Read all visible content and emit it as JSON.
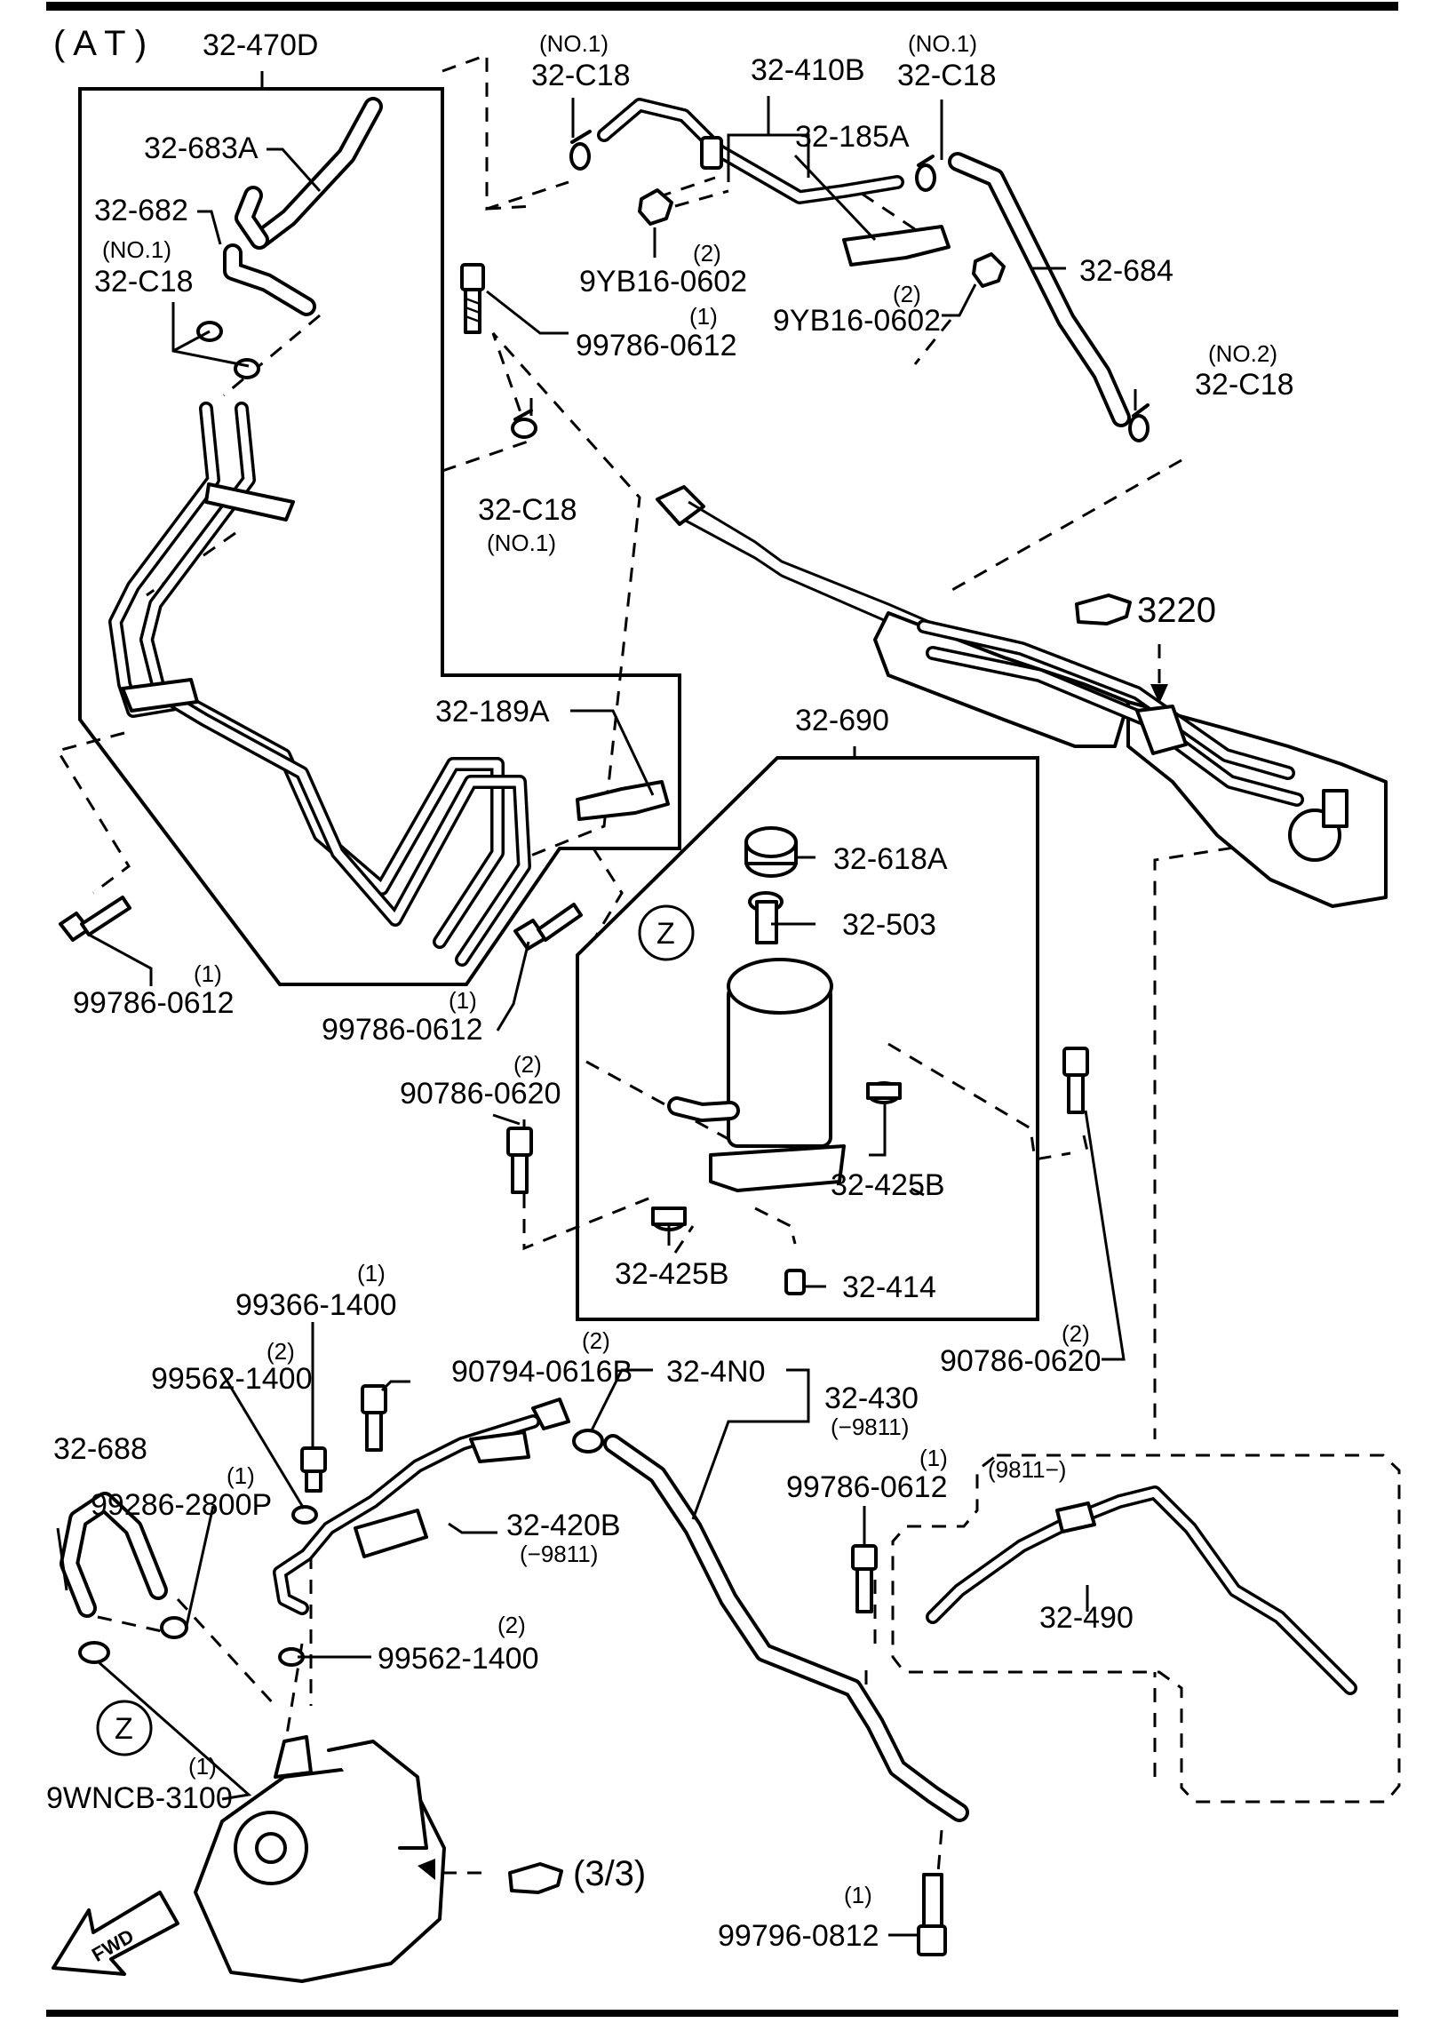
{
  "title": "( A T )",
  "section_ref": "3220",
  "page_ref": "(3/3)",
  "fwd": "FWD",
  "zone": "Z",
  "zone_bottom": "Z",
  "labels": {
    "l_470D": "32-470D",
    "l_683A": "32-683A",
    "l_682": "32-682",
    "l_c18_left_no": "(NO.1)",
    "l_c18_left": "32-C18",
    "l_c18_mid": "32-C18",
    "l_c18_mid_no": "(NO.1)",
    "l_c18_top_no": "(NO.1)",
    "l_c18_top": "32-C18",
    "l_410B": "32-410B",
    "l_185A": "32-185A",
    "l_c18_tr_no": "(NO.1)",
    "l_c18_tr": "32-C18",
    "l_684": "32-684",
    "l_c18_no2_no": "(NO.2)",
    "l_c18_no2": "32-C18",
    "l_9yb_1_qty": "(2)",
    "l_9yb_1": "9YB16-0602",
    "l_9yb_2_qty": "(2)",
    "l_9yb_2": "9YB16-0602",
    "l_99786_top_qty": "(1)",
    "l_99786_top": "99786-0612",
    "l_189A": "32-189A",
    "l_690": "32-690",
    "l_618A": "32-618A",
    "l_503": "32-503",
    "l_425B_r": "32-425B",
    "l_425B_l": "32-425B",
    "l_414": "32-414",
    "l_99786_left_qty": "(1)",
    "l_99786_left": "99786-0612",
    "l_99786_mid_qty": "(1)",
    "l_99786_mid": "99786-0612",
    "l_90786_l_qty": "(2)",
    "l_90786_l": "90786-0620",
    "l_90786_r_qty": "(2)",
    "l_90786_r": "90786-0620",
    "l_99366_qty": "(1)",
    "l_99366": "99366-1400",
    "l_99562_a_qty": "(2)",
    "l_99562_a": "99562-1400",
    "l_688": "32-688",
    "l_99286_qty": "(1)",
    "l_99286": "99286-2800P",
    "l_90794_qty": "(2)",
    "l_90794": "90794-0616B",
    "l_4N0": "32-4N0",
    "l_430": "32-430",
    "l_430_note": "(−9811)",
    "l_420B": "32-420B",
    "l_420B_note": "(−9811)",
    "l_99786_bot_qty": "(1)",
    "l_99786_bot": "99786-0612",
    "l_9811": "(9811−)",
    "l_490": "32-490",
    "l_99562_b_qty": "(2)",
    "l_99562_b": "99562-1400",
    "l_9wncb_qty": "(1)",
    "l_9wncb": "9WNCB-3100",
    "l_99796_qty": "(1)",
    "l_99796": "99796-0812"
  }
}
